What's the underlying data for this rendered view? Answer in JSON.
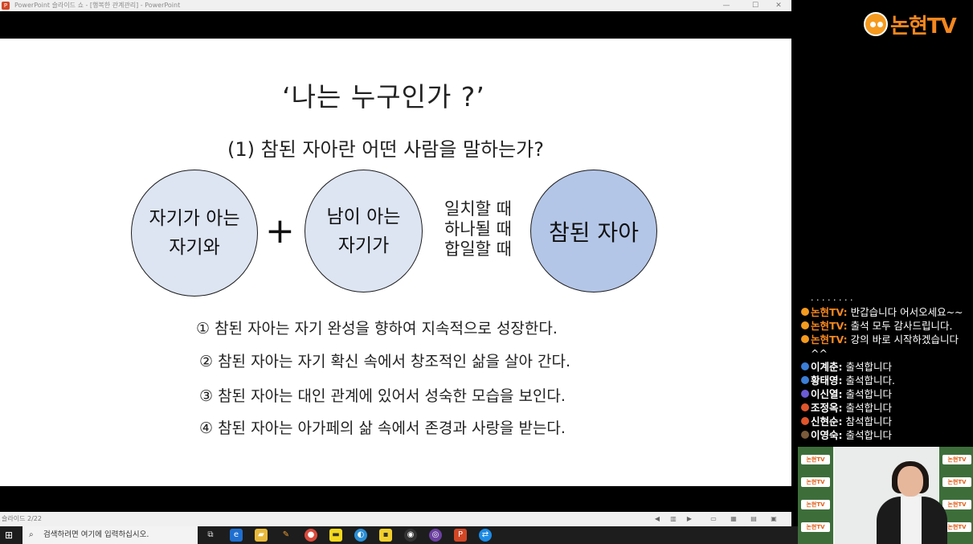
{
  "window": {
    "title": "PowerPoint 슬라이드 쇼 - [행복한 관계관리] - PowerPoint",
    "minimize": "—",
    "maximize": "☐",
    "close": "✕"
  },
  "slide": {
    "title": "‘나는   누구인가 ?’",
    "subtitle": "(1) 참된 자아란 어떤 사람을 말하는가?",
    "circle1_line1": "자기가 아는",
    "circle1_line2": "자기와",
    "plus": "+",
    "circle2_line1": "남이 아는",
    "circle2_line2": "자기가",
    "cond_line1": "일치할 때",
    "cond_line2": "하나될 때",
    "cond_line3": "합일할 때",
    "circle3": "참된 자아",
    "points": [
      "① 참된 자아는 자기 완성을 향하여 지속적으로 성장한다.",
      "② 참된 자아는 자기 확신 속에서 창조적인 삶을 살아 간다.",
      "③ 참된 자아는 대인 관계에 있어서 성숙한 모습을 보인다.",
      "④ 참된 자아는 아가페의 삶 속에서 존경과 사랑을 받는다."
    ]
  },
  "status": {
    "slide_number": "슬라이드 2/22"
  },
  "brand": {
    "logo_text": "논현TV",
    "accent": "#f5871f"
  },
  "chat": {
    "cut_line": "· · · · · · · ·",
    "messages": [
      {
        "name": "논현TV:",
        "text": " 반갑습니다 어서오세요~~",
        "color": "#f59a1e"
      },
      {
        "name": "논현TV:",
        "text": " 출석 모두 감사드립니다.",
        "color": "#f59a1e"
      },
      {
        "name": "논현TV:",
        "text": " 강의 바로 시작하겠습니다^^",
        "color": "#f59a1e"
      },
      {
        "name": "이계춘:",
        "text": " 출석합니다",
        "color": "#3b7dd8"
      },
      {
        "name": "황태영:",
        "text": " 출석합니다.",
        "color": "#3b7dd8"
      },
      {
        "name": "이신열:",
        "text": " 출석합니다",
        "color": "#6b5bd6"
      },
      {
        "name": "조정옥:",
        "text": " 출석합니다",
        "color": "#e0552c"
      },
      {
        "name": "신현순:",
        "text": " 참석합니다",
        "color": "#e0552c"
      },
      {
        "name": "이영숙:",
        "text": " 출석합니다",
        "color": "#7a5a3a"
      }
    ]
  },
  "webcam": {
    "tile_label": "논현TV"
  },
  "taskbar": {
    "search_placeholder": "검색하려면 여기에 입력하십시오."
  }
}
